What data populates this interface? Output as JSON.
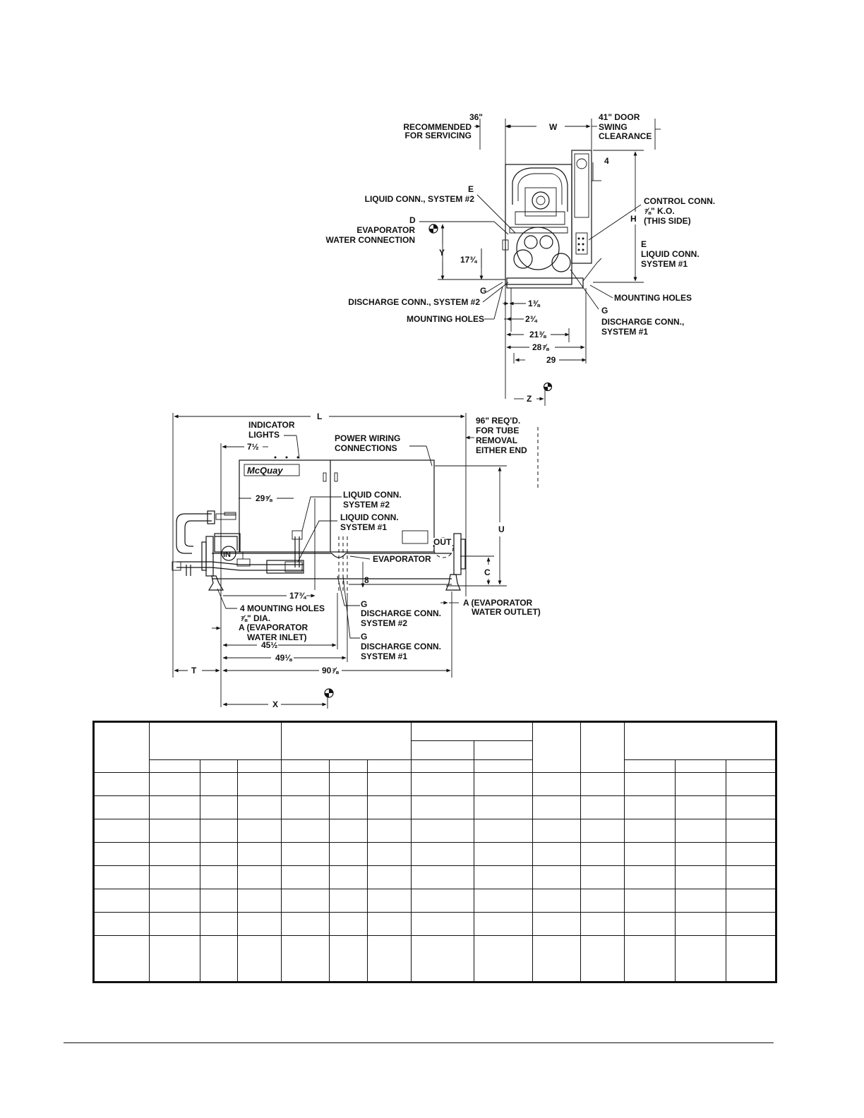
{
  "end_view": {
    "service_clearance": [
      "36\"",
      "RECOMMENDED",
      "FOR SERVICING"
    ],
    "width_label": "W",
    "door_clearance": [
      "41\" DOOR",
      "SWING",
      "CLEARANCE"
    ],
    "liquid_conn_2": [
      "E",
      "LIQUID CONN., SYSTEM #2"
    ],
    "evap_water_conn": [
      "D",
      "EVAPORATOR",
      "WATER CONNECTION"
    ],
    "y_label": "Y",
    "dim_17_3_4": "17¾",
    "dim_4": "4",
    "control_conn": [
      "CONTROL CONN.",
      "⅞\" K.O.",
      "(THIS SIDE)"
    ],
    "height_label": "H",
    "liquid_conn_1": [
      "E",
      "LIQUID CONN.",
      "SYSTEM #1"
    ],
    "discharge_conn_2": [
      "G",
      "DISCHARGE CONN., SYSTEM #2"
    ],
    "mounting_holes_left": "MOUNTING HOLES",
    "mounting_holes_right": "MOUNTING HOLES",
    "discharge_conn_1": [
      "G",
      "DISCHARGE CONN.,",
      "SYSTEM #1"
    ],
    "dim_1_3_8": "1⅜",
    "dim_2_3_4": "2¾",
    "dim_21_3_8": "21⅜",
    "dim_28_7_8": "28⅞",
    "dim_29": "29",
    "z_label": "Z"
  },
  "side_view": {
    "length_label": "L",
    "indicator_lights": [
      "INDICATOR",
      "LIGHTS"
    ],
    "dim_7_1_2": "7½",
    "power_wiring": [
      "POWER WIRING",
      "CONNECTIONS"
    ],
    "tube_removal": [
      "96\" REQ'D.",
      "FOR TUBE",
      "REMOVAL",
      "EITHER END"
    ],
    "brand": "McQuay",
    "dim_29_5_8": "29⅝",
    "liquid_conn_2": [
      "LIQUID CONN.",
      "SYSTEM #2"
    ],
    "liquid_conn_1": [
      "LIQUID CONN.",
      "SYSTEM #1"
    ],
    "u_label": "U",
    "out_label": "OUT",
    "in_label": "IN",
    "evaporator": "EVAPORATOR",
    "dim_8": "8",
    "c_label": "C",
    "dim_17_3_4": "17¾",
    "mounting_holes": [
      "4 MOUNTING HOLES",
      "⅞\" DIA."
    ],
    "evap_inlet": [
      "A (EVAPORATOR",
      "WATER INLET)"
    ],
    "evap_outlet": [
      "A (EVAPORATOR",
      "WATER OUTLET)"
    ],
    "discharge_conn_2": [
      "G",
      "DISCHARGE CONN.",
      "SYSTEM #2"
    ],
    "discharge_conn_1": [
      "G",
      "DISCHARGE CONN.",
      "SYSTEM #1"
    ],
    "dim_45_1_2": "45½",
    "dim_49_1_8": "49⅛",
    "dim_90_7_8": "90⅞",
    "t_label": "T",
    "x_label": "X"
  }
}
